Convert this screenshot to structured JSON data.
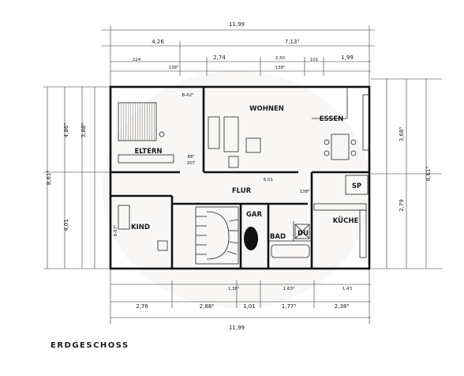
{
  "caption": "ERDGESCHOSS",
  "rooms": {
    "wohnen": "WOHNEN",
    "essen": "ESSEN",
    "eltern": "ELTERN",
    "flur": "FLUR",
    "kind": "KIND",
    "gar": "GAR",
    "kueche": "KÜCHE",
    "bad": "BAD",
    "du": "DU",
    "sp": "SP"
  },
  "dims": {
    "top_total": "11,99",
    "top_a": "4,26",
    "top_b": "7,13⁵",
    "top_c": "2,74",
    "top_d": "1,99",
    "top_e": "2,50",
    "top_f": "138⁵",
    "top_g": "138⁵",
    "top_h": "224",
    "top_i": "101",
    "bot_total": "11,99",
    "bot_a": "2,76",
    "bot_b": "2,88⁵",
    "bot_c": "1,01",
    "bot_d": "1,77⁵",
    "bot_e": "2,38⁵",
    "bot_f": "1,43",
    "bot_g": "1,63⁵",
    "bot_h": "1,36⁵",
    "left_a": "3,88⁵",
    "left_b": "4,86⁵",
    "left_c": "8,61⁵",
    "left_d": "4,01",
    "right_a": "3,68⁵",
    "right_b": "8,61⁵",
    "right_c": "2,79",
    "open_a": "88⁵",
    "open_b": "207",
    "open_c": "8-87⁵",
    "open_d": "B-62⁵",
    "open_e": "6,01",
    "open_f": "138⁵"
  }
}
